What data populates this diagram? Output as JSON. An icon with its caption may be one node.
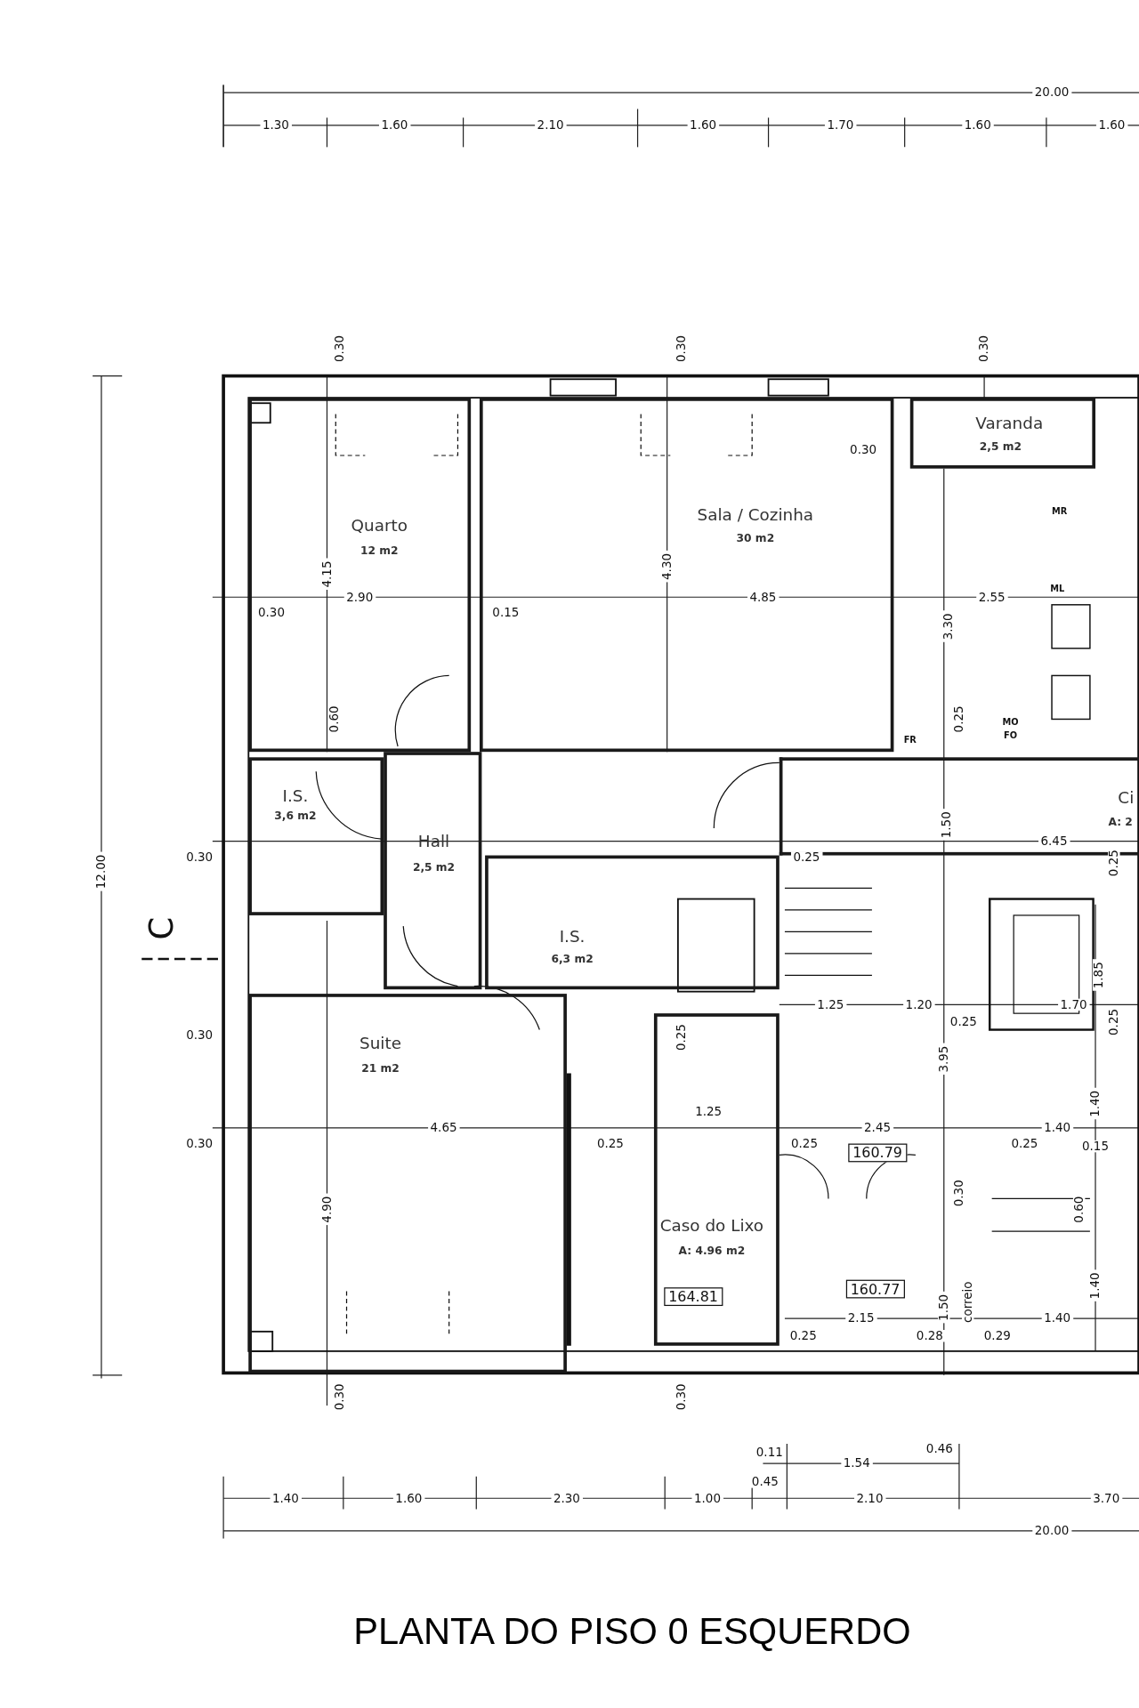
{
  "diagram": {
    "title": "PLANTA DO PISO 0 ESQUERDO",
    "nodes": [
      {
        "text": [
          "Quarto",
          "12 m2"
        ]
      },
      {
        "text": [
          "Sala / Cozinha",
          "30 m2"
        ]
      },
      {
        "text": [
          "Varanda",
          "2,5 m2"
        ]
      },
      {
        "text": [
          "I.S.",
          "3,6 m2"
        ]
      },
      {
        "text": [
          "Hall",
          "2,5 m2"
        ]
      },
      {
        "text": [
          "I.S.",
          "6,3 m2"
        ]
      },
      {
        "text": [
          "Suite",
          "21 m2"
        ]
      },
      {
        "text": [
          "Caso do Lixo",
          "A: 4.96 m2"
        ]
      },
      {
        "text": [
          "Ci",
          "A: 2"
        ]
      }
    ],
    "labels": [
      "20.00",
      "1.30",
      "1.60",
      "2.10",
      "1.60",
      "1.70",
      "1.60",
      "1.60",
      "0.30",
      "0.30",
      "0.30",
      "12.00",
      "C",
      "0.30",
      "4.15",
      "4.30",
      "0.30",
      "2.90",
      "0.15",
      "4.85",
      "3.30",
      "2.55",
      "0.60",
      "0.25",
      "MR",
      "ML",
      "FR",
      "MO",
      "FO",
      "1.50",
      "0.25",
      "6.45",
      "0.25",
      "0.30",
      "0.30",
      "1.25",
      "1.20",
      "0.25",
      "1.70",
      "1.85",
      "0.25",
      "3.95",
      "0.25",
      "0.30",
      "4.65",
      "0.25",
      "1.25",
      "2.45",
      "0.25",
      "1.40",
      "0.25",
      "0.15",
      "1.40",
      "160.79",
      "4.90",
      "0.30",
      "0.60",
      "164.81",
      "160.77",
      "1.40",
      "1.50",
      "correio",
      "2.15",
      "1.40",
      "0.25",
      "0.28",
      "0.29",
      "0.30",
      "0.30",
      "0.11",
      "1.54",
      "0.46",
      "1.40",
      "1.60",
      "2.30",
      "1.00",
      "0.45",
      "2.10",
      "3.70",
      "20.00"
    ]
  }
}
